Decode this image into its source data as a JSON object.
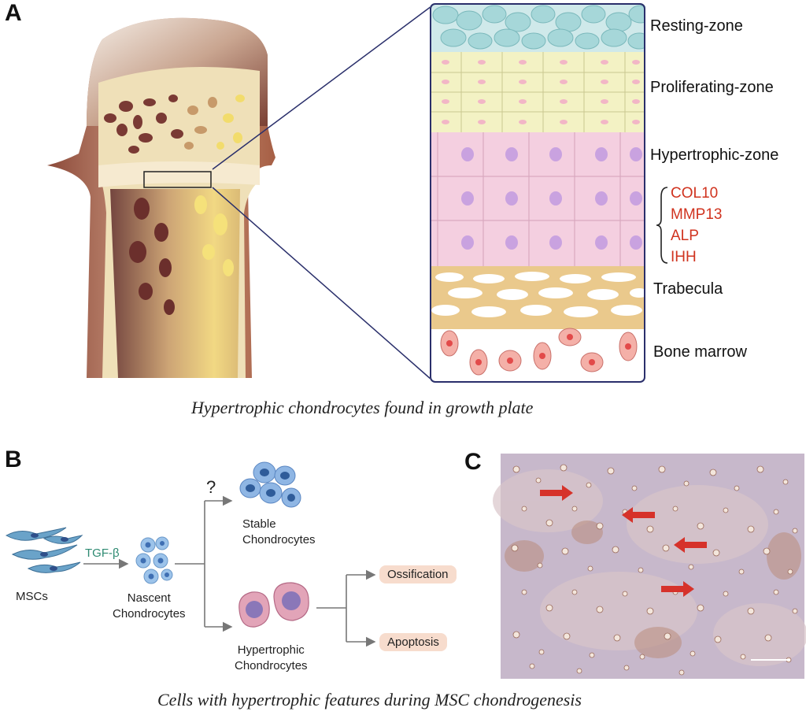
{
  "panels": {
    "a": "A",
    "b": "B",
    "c": "C"
  },
  "zones": {
    "resting": "Resting-zone",
    "proliferating": "Proliferating-zone",
    "hypertrophic": "Hypertrophic-zone",
    "trabecula": "Trabecula",
    "bone_marrow": "Bone marrow"
  },
  "markers": [
    "COL10",
    "MMP13",
    "ALP",
    "IHH"
  ],
  "caption_a": "Hypertrophic chondrocytes found in growth plate",
  "flow": {
    "mscs": "MSCs",
    "tgf": "TGF-β",
    "nascent_line1": "Nascent",
    "nascent_line2": "Chondrocytes",
    "question": "?",
    "stable_line1": "Stable",
    "stable_line2": "Chondrocytes",
    "hyper_line1": "Hypertrophic",
    "hyper_line2": "Chondrocytes",
    "ossification": "Ossification",
    "apoptosis": "Apoptosis"
  },
  "caption_b": "Cells with hypertrophic features during MSC chondrogenesis",
  "colors": {
    "marker_red": "#d0331f",
    "tgf_green": "#2e8a72",
    "frame_navy": "#2a2f6b"
  }
}
